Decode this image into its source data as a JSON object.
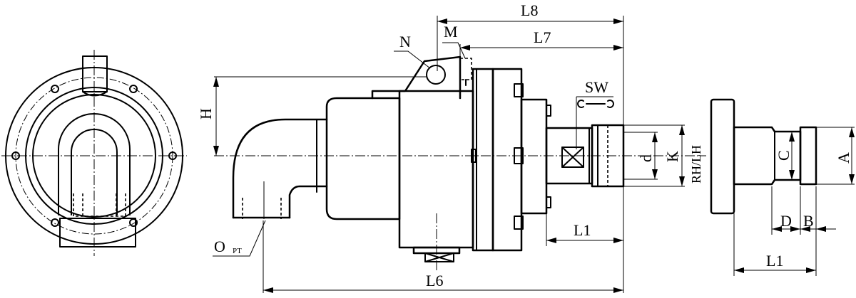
{
  "labels": {
    "L8": "L8",
    "L7": "L7",
    "L6": "L6",
    "L1_main": "L1",
    "L1_side": "L1",
    "N": "N",
    "M": "M",
    "H": "H",
    "SW": "SW",
    "d": "d",
    "K": "K",
    "RH_LH": "RH/LH",
    "O": "O",
    "O_sub": "PT",
    "A": "A",
    "B": "B",
    "C": "C",
    "D": "D"
  },
  "icons": {
    "wrench": "wrench-icon"
  }
}
